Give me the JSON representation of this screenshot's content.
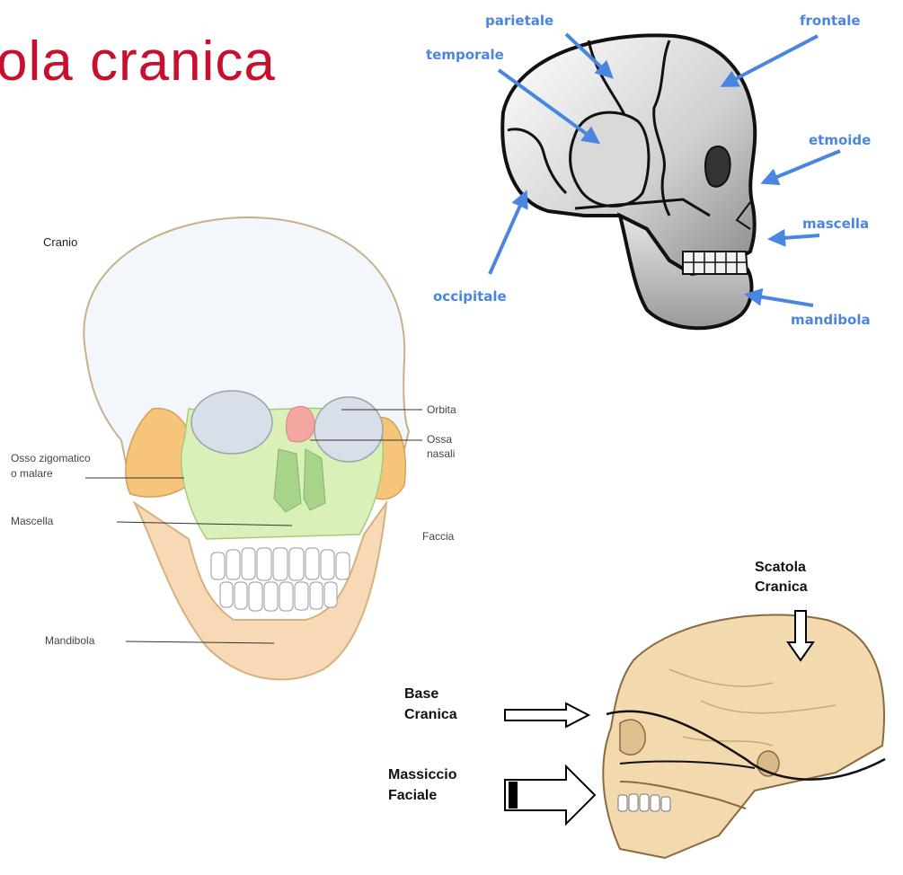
{
  "title": "ola cranica",
  "lateral_diagram": {
    "labels": {
      "parietale": "parietale",
      "frontale": "frontale",
      "temporale": "temporale",
      "etmoide": "etmoide",
      "mascella": "mascella",
      "occipitale": "occipitale",
      "mandibola": "mandibola"
    },
    "label_color": "#4a86e0"
  },
  "frontal_diagram": {
    "heading": "Cranio",
    "labels": {
      "orbita": "Orbita",
      "ossa_nasali_1": "Ossa",
      "ossa_nasali_2": "nasali",
      "zigomatico_1": "Osso zigomatico",
      "zigomatico_2": "o malare",
      "mascella": "Mascella",
      "faccia": "Faccia",
      "mandibola": "Mandibola"
    }
  },
  "colored_diagram": {
    "labels": {
      "scatola_1": "Scatola",
      "scatola_2": "Cranica",
      "base_1": "Base",
      "base_2": "Cranica",
      "massiccio_1": "Massiccio",
      "massiccio_2": "Faciale"
    }
  }
}
